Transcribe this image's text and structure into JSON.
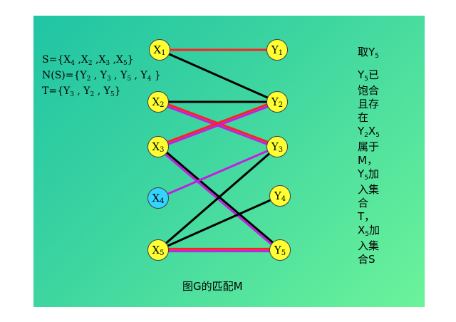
{
  "sets": {
    "s_line": "S={X4 ,X2 ,X3 ,X5}",
    "ns_line": "N(S)={Y2 , Y3 , Y5 , Y4 }",
    "t_line": "T={Y3 , Y2 , Y5}"
  },
  "nodes": {
    "x1": "X1",
    "x2": "X2",
    "x3": "X3",
    "x4": "X4",
    "x5": "X5",
    "y1": "Y1",
    "y2": "Y2",
    "y3": "Y3",
    "y4": "Y4",
    "y5": "Y5"
  },
  "node_colors": {
    "default": "#ffff33",
    "x4": "#33d4ff"
  },
  "edge_colors": {
    "matching": "#ff2020",
    "alternating": "#c020e0",
    "plain": "#000000"
  },
  "edges": [
    {
      "from": "X1",
      "to": "Y1",
      "style": [
        "matching"
      ]
    },
    {
      "from": "X1",
      "to": "Y2",
      "style": [
        "plain"
      ]
    },
    {
      "from": "X2",
      "to": "Y2",
      "style": [
        "plain"
      ]
    },
    {
      "from": "X2",
      "to": "Y3",
      "style": [
        "matching",
        "alternating"
      ]
    },
    {
      "from": "X3",
      "to": "Y2",
      "style": [
        "matching",
        "alternating"
      ]
    },
    {
      "from": "X3",
      "to": "Y5",
      "style": [
        "plain",
        "alternating"
      ]
    },
    {
      "from": "X4",
      "to": "Y3",
      "style": [
        "alternating"
      ]
    },
    {
      "from": "X5",
      "to": "Y3",
      "style": [
        "plain"
      ]
    },
    {
      "from": "X5",
      "to": "Y4",
      "style": [
        "plain"
      ]
    },
    {
      "from": "X5",
      "to": "Y5",
      "style": [
        "matching",
        "alternating"
      ]
    }
  ],
  "take": "取Y5",
  "side_lines": [
    "Y5已",
    "饱合",
    "且存",
    "在",
    "Y2X5",
    "属于",
    "M，",
    "Y5加",
    "入集",
    "合",
    "T，",
    "X5加",
    "入集",
    "合S"
  ],
  "caption": "图G的匹配M"
}
